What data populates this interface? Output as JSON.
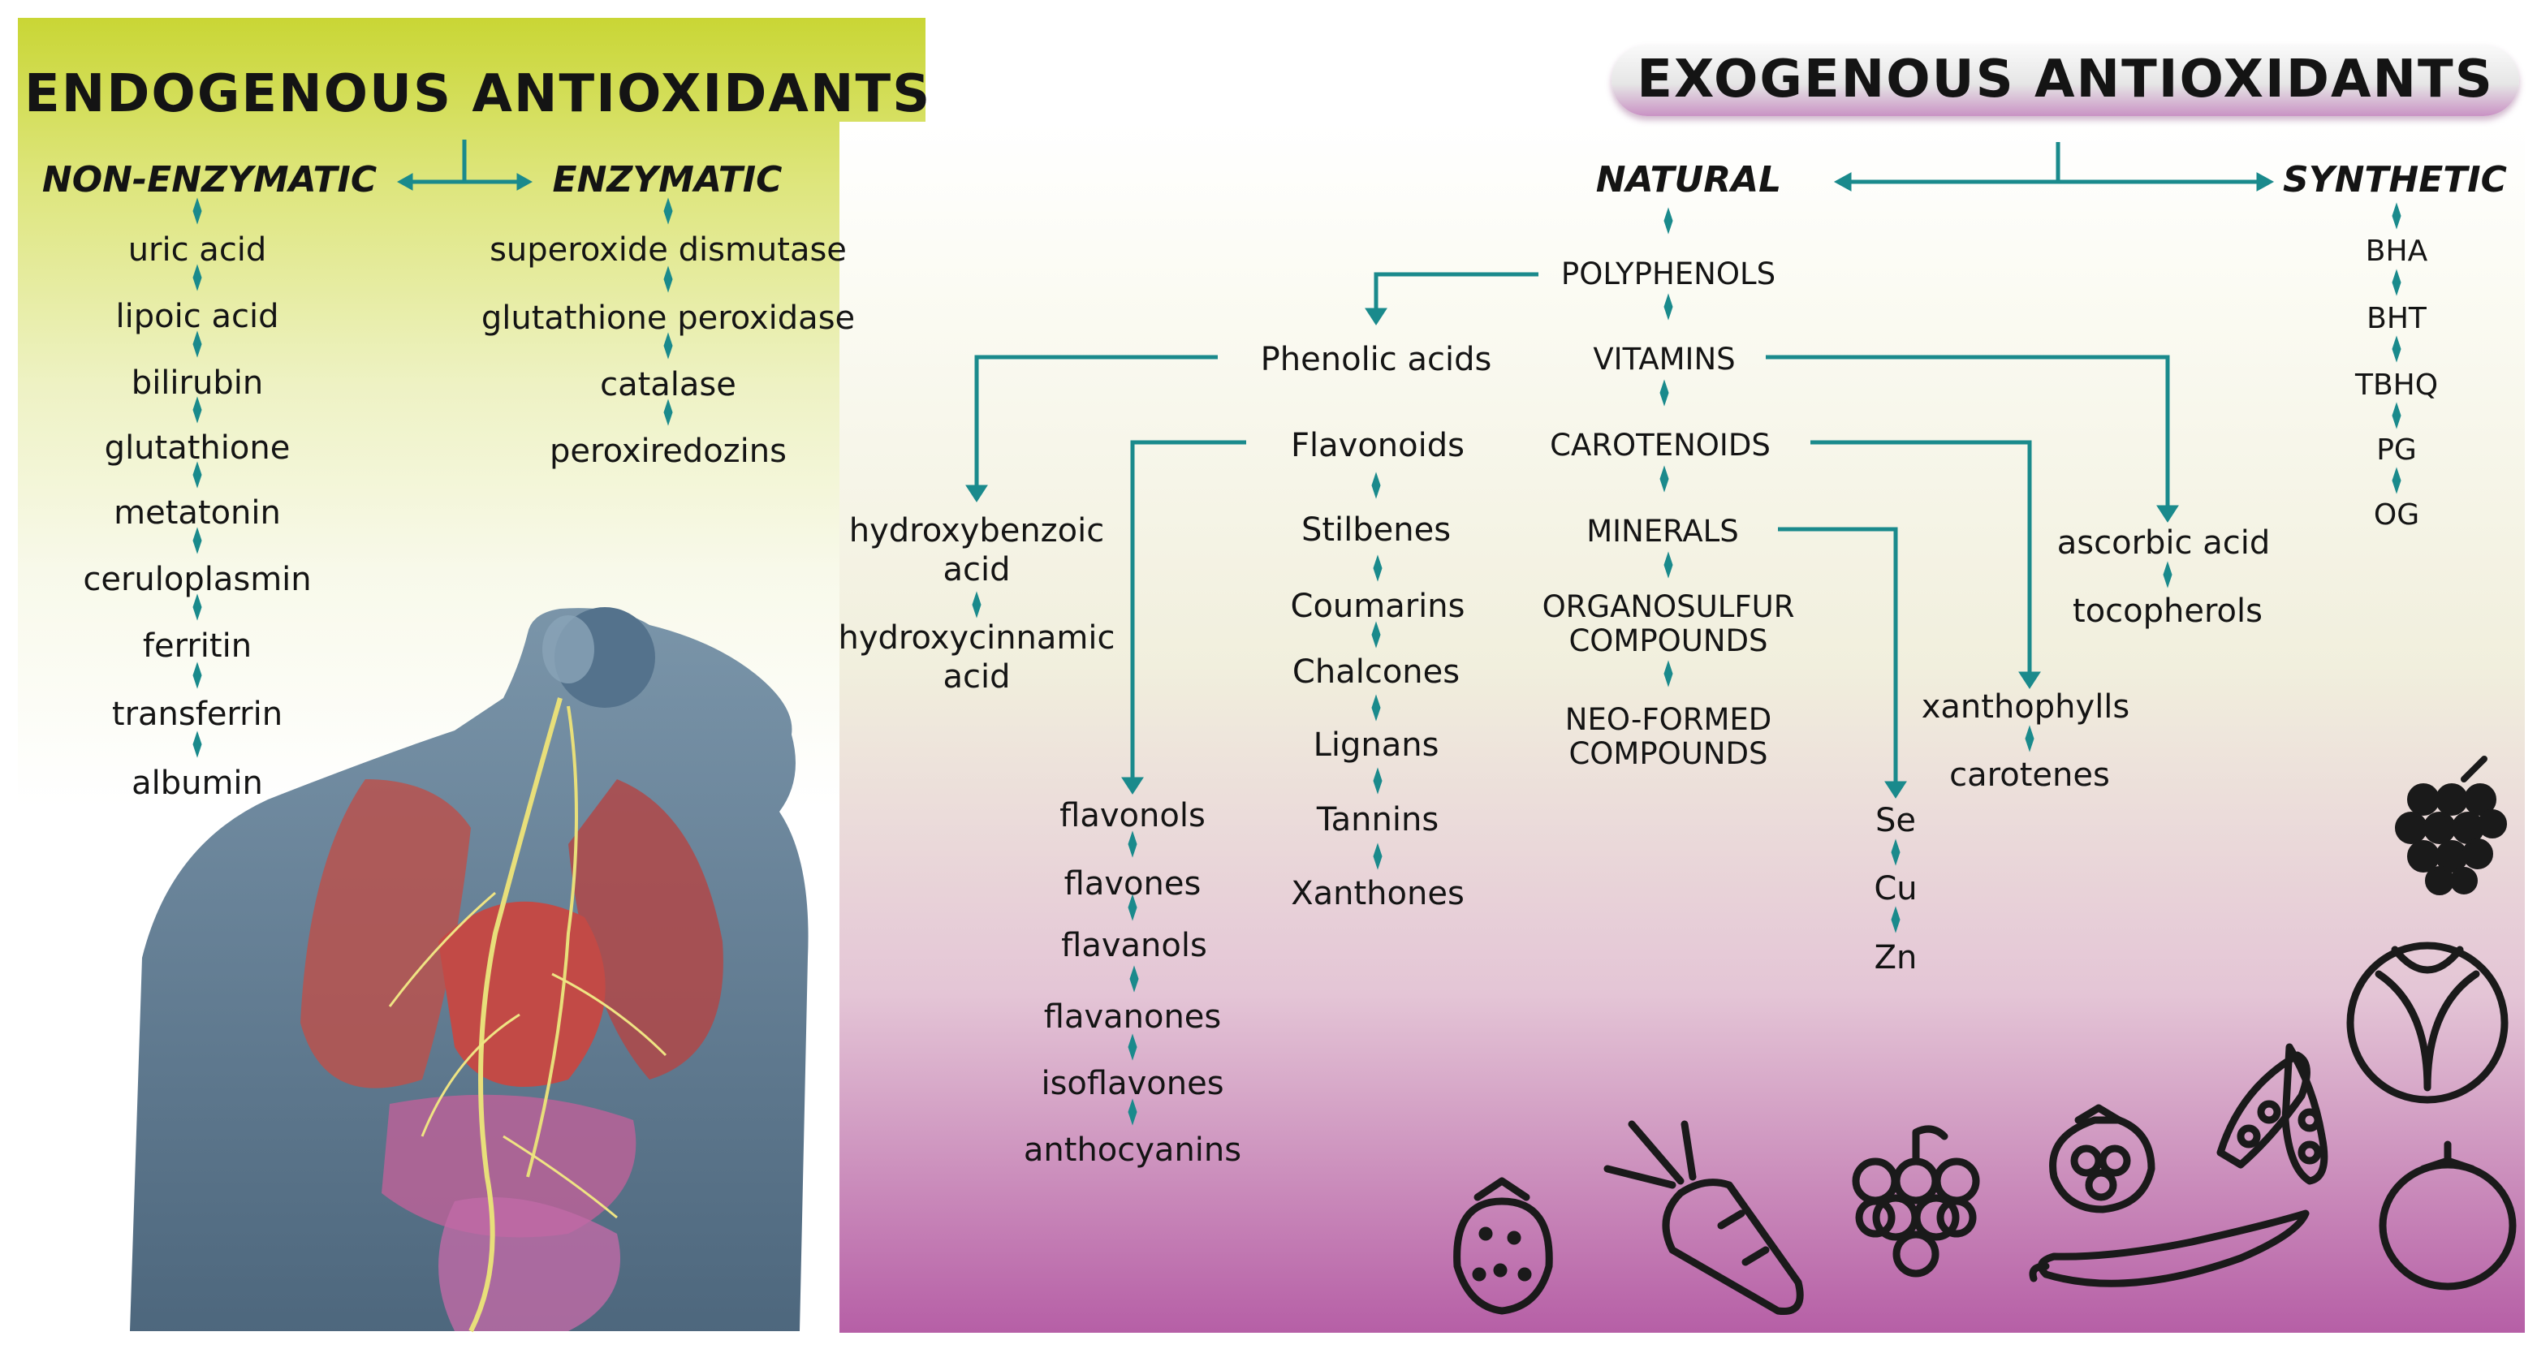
{
  "endogenous": {
    "title": "ENDOGENOUS ANTIOXIDANTS",
    "non_enzymatic": {
      "label": "NON-ENZYMATIC",
      "items": [
        "uric acid",
        "lipoic acid",
        "bilirubin",
        "glutathione",
        "metatonin",
        "ceruloplasmin",
        "ferritin",
        "transferrin",
        "albumin"
      ]
    },
    "enzymatic": {
      "label": "ENZYMATIC",
      "items": [
        "superoxide dismutase",
        "glutathione peroxidase",
        "catalase",
        "peroxiredozins"
      ]
    }
  },
  "exogenous": {
    "title": "EXOGENOUS ANTIOXIDANTS",
    "natural": {
      "label": "NATURAL",
      "polyphenols": {
        "label": "POLYPHENOLS",
        "phenolic_acids": {
          "label": "Phenolic acids",
          "items": [
            "hydroxybenzoic acid",
            "hydroxycinnamic acid"
          ]
        },
        "flavonoids": {
          "label": "Flavonoids",
          "items": [
            "flavonols",
            "flavones",
            "flavanols",
            "flavanones",
            "isoflavones",
            "anthocyanins"
          ]
        },
        "others": [
          "Stilbenes",
          "Coumarins",
          "Chalcones",
          "Lignans",
          "Tannins",
          "Xanthones"
        ]
      },
      "vitamins": {
        "label": "VITAMINS",
        "items": [
          "ascorbic acid",
          "tocopherols"
        ]
      },
      "carotenoids": {
        "label": "CAROTENOIDS",
        "items": [
          "xanthophylls",
          "carotenes"
        ]
      },
      "minerals": {
        "label": "MINERALS",
        "items": [
          "Se",
          "Cu",
          "Zn"
        ]
      },
      "organosulfur": "ORGANOSULFUR COMPOUNDS",
      "neo_formed": "NEO-FORMED COMPOUNDS"
    },
    "synthetic": {
      "label": "SYNTHETIC",
      "items": [
        "BHA",
        "BHT",
        "TBHQ",
        "PG",
        "OG"
      ]
    }
  },
  "colors": {
    "connector": "#1a8a8c",
    "endo_header_bg": "#c9d635",
    "exo_bottom": "#b65fa6",
    "body_illustration": "#4a6a82",
    "organs": "#b84a4a"
  },
  "icons": [
    "human-anatomy-illustration",
    "strawberry-icon",
    "carrot-icon",
    "grapes-icon",
    "raspberry-icon",
    "blackberry-icon",
    "cabbage-icon",
    "pea-pod-icon",
    "chili-pepper-icon",
    "tomato-icon"
  ]
}
